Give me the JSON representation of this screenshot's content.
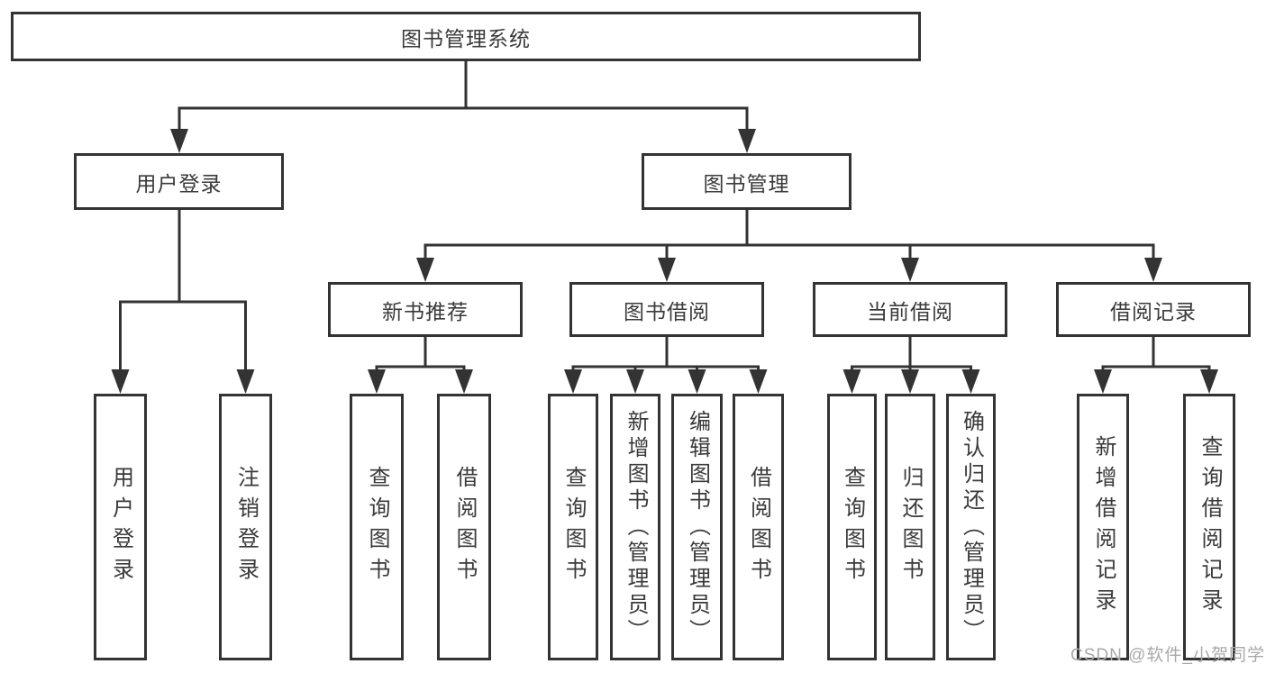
{
  "root": {
    "label": "图书管理系统"
  },
  "branches": [
    {
      "label": "用户登录",
      "children": [
        {
          "label": "用户登录"
        },
        {
          "label": "注销登录"
        }
      ]
    },
    {
      "label": "图书管理",
      "children": [
        {
          "label": "新书推荐",
          "children": [
            {
              "label": "查询图书"
            },
            {
              "label": "借阅图书"
            }
          ]
        },
        {
          "label": "图书借阅",
          "children": [
            {
              "label": "查询图书"
            },
            {
              "label": "新增图书（管理员）"
            },
            {
              "label": "编辑图书（管理员）"
            },
            {
              "label": "借阅图书"
            }
          ]
        },
        {
          "label": "当前借阅",
          "children": [
            {
              "label": "查询图书"
            },
            {
              "label": "归还图书"
            },
            {
              "label": "确认归还（管理员）"
            }
          ]
        },
        {
          "label": "借阅记录",
          "children": [
            {
              "label": "新增借阅记录"
            },
            {
              "label": "查询借阅记录"
            }
          ]
        }
      ]
    }
  ],
  "watermark": "CSDN @软件_小贺同学",
  "colors": {
    "line": "#333333",
    "text": "#3a3a3a",
    "watermark": "#a9a9a9",
    "background": "#ffffff"
  }
}
